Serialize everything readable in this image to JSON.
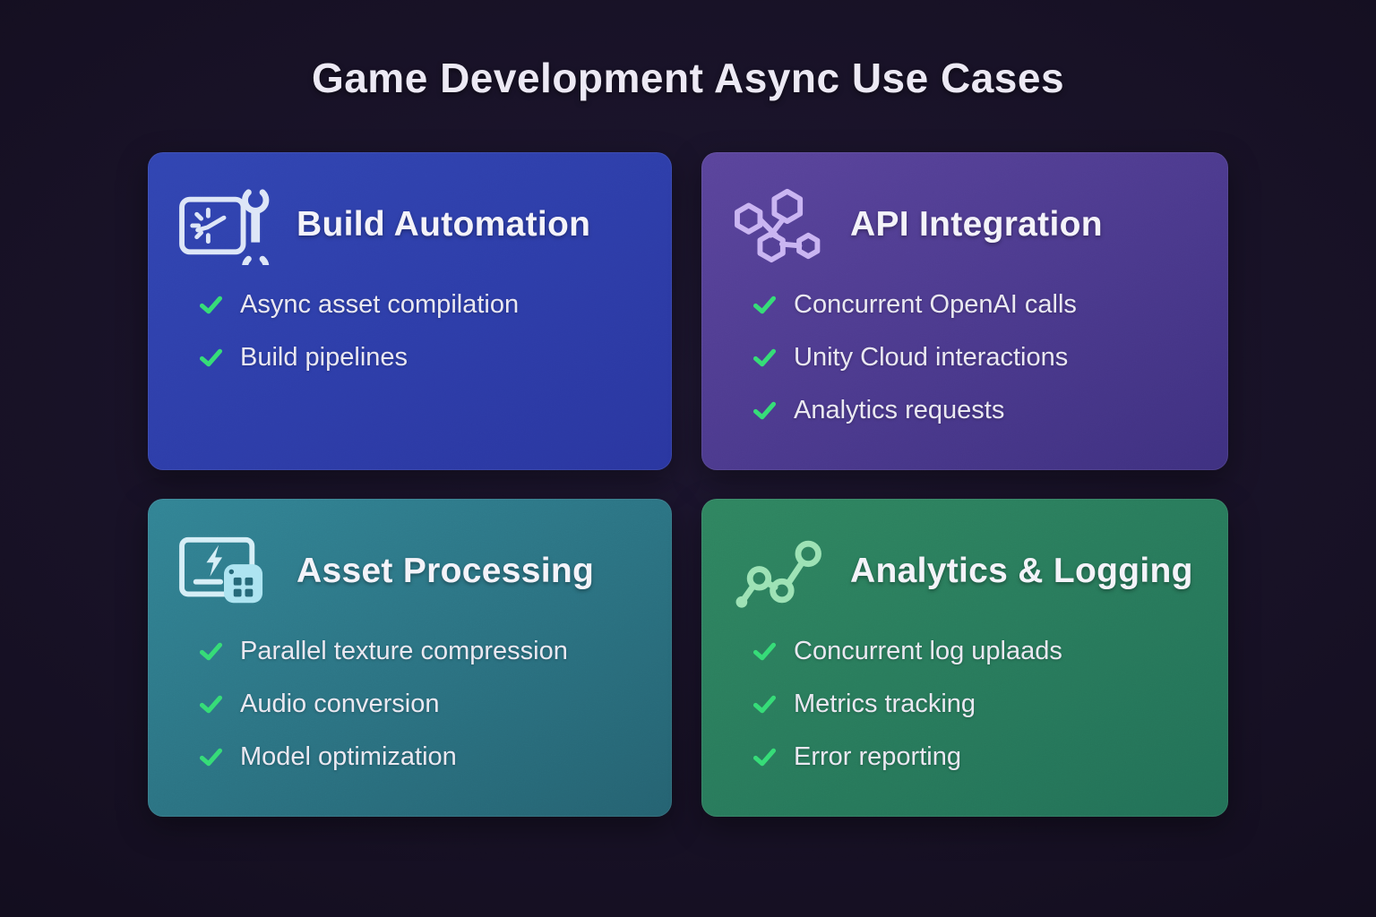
{
  "page": {
    "title": "Game Development Async Use Cases"
  },
  "colors": {
    "background": "#140e20",
    "check_green": "#35dc76",
    "title_text": "#ece9f4",
    "card_text": "#eae8f1"
  },
  "cards": [
    {
      "title": "Build Automation",
      "icon": "wrench-clock-build-icon",
      "gradient_from": "#3145b2",
      "gradient_to": "#2a36a0",
      "items": [
        "Async asset compilation",
        "Build pipelines"
      ]
    },
    {
      "title": "API Integration",
      "icon": "molecule-nodes-icon",
      "gradient_from": "#5a449c",
      "gradient_to": "#3e3080",
      "items": [
        "Concurrent OpenAI calls",
        "Unity Cloud interactions",
        "Analytics requests"
      ]
    },
    {
      "title": "Asset Processing",
      "icon": "media-processing-icon",
      "gradient_from": "#328495",
      "gradient_to": "#256271",
      "items": [
        "Parallel texture compression",
        "Audio conversion",
        "Model optimization"
      ]
    },
    {
      "title": "Analytics & Logging",
      "icon": "line-chart-nodes-icon",
      "gradient_from": "#2f8560",
      "gradient_to": "#227057",
      "items": [
        "Concurrent log uplaads",
        "Metrics tracking",
        "Error reporting"
      ]
    }
  ]
}
